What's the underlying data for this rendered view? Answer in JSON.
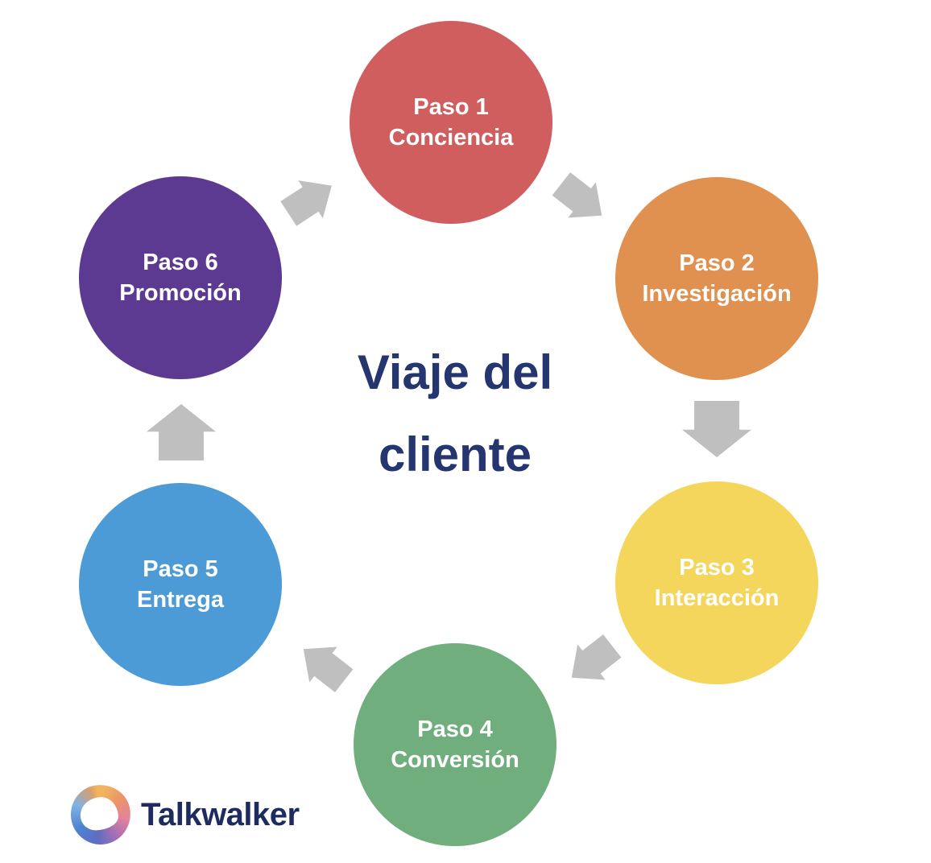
{
  "diagram": {
    "title_line1": "Viaje del",
    "title_line2": "cliente",
    "title_color": "#24356F",
    "arrow_color": "#BFBFBF",
    "background_color": "#FFFFFF",
    "step_text_color": "#FFFFFF",
    "steps": [
      {
        "step": "Paso 1",
        "name": "Conciencia",
        "color": "#D05E5E",
        "position": "top"
      },
      {
        "step": "Paso 2",
        "name": "Investigación",
        "color": "#E0914F",
        "position": "top-right"
      },
      {
        "step": "Paso 3",
        "name": "Interacción",
        "color": "#F4D65C",
        "position": "bottom-right"
      },
      {
        "step": "Paso 4",
        "name": "Conversión",
        "color": "#70AE7E",
        "position": "bottom"
      },
      {
        "step": "Paso 5",
        "name": "Entrega",
        "color": "#4C9BD6",
        "position": "bottom-left"
      },
      {
        "step": "Paso 6",
        "name": "Promoción",
        "color": "#5D3A91",
        "position": "top-left"
      }
    ]
  },
  "footer": {
    "brand": "Talkwalker",
    "brand_color": "#1D2B5F"
  }
}
